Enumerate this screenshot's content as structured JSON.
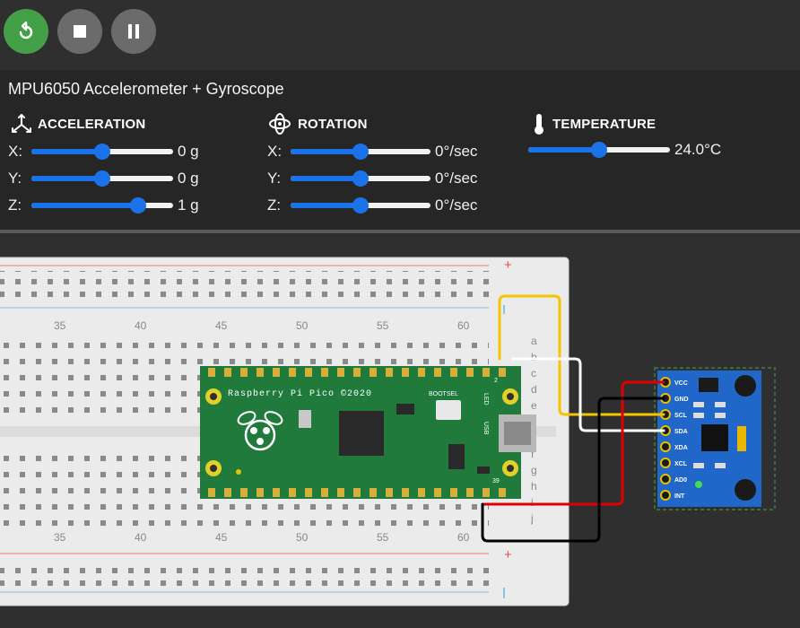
{
  "toolbar": {
    "restart_icon": "restart-icon",
    "stop_icon": "stop-icon",
    "pause_icon": "pause-icon",
    "run_color": "#43a047"
  },
  "panel": {
    "title": "MPU6050 Accelerometer + Gyroscope",
    "acceleration": {
      "heading": "ACCELERATION",
      "rows": [
        {
          "axis": "X:",
          "value": "0 g",
          "level": 0.5
        },
        {
          "axis": "Y:",
          "value": "0 g",
          "level": 0.5
        },
        {
          "axis": "Z:",
          "value": "1 g",
          "level": 0.75
        }
      ]
    },
    "rotation": {
      "heading": "ROTATION",
      "rows": [
        {
          "axis": "X:",
          "value": "0°/sec",
          "level": 0.5
        },
        {
          "axis": "Y:",
          "value": "0°/sec",
          "level": 0.5
        },
        {
          "axis": "Z:",
          "value": "0°/sec",
          "level": 0.5
        }
      ]
    },
    "temperature": {
      "heading": "TEMPERATURE",
      "value": "24.0°C",
      "level": 0.5
    }
  },
  "breadboard": {
    "column_numbers": [
      "35",
      "40",
      "45",
      "50",
      "55",
      "60"
    ],
    "row_letters": [
      "a",
      "b",
      "c",
      "d",
      "e",
      "f",
      "g",
      "h",
      "i",
      "j"
    ],
    "plus_sign": "+"
  },
  "pico": {
    "label": "Raspberry Pi Pico ©2020",
    "bootsel": "BOOTSEL",
    "led": "LED",
    "usb": "USB",
    "pin_top": "2",
    "pin_bottom": "39"
  },
  "mpu6050": {
    "pins": [
      "VCC",
      "GND",
      "SCL",
      "SDA",
      "XDA",
      "XCL",
      "AD0",
      "INT"
    ]
  },
  "wires": {
    "yellow": "#f5c400",
    "white": "#ffffff",
    "red": "#e00000",
    "black": "#000000"
  }
}
